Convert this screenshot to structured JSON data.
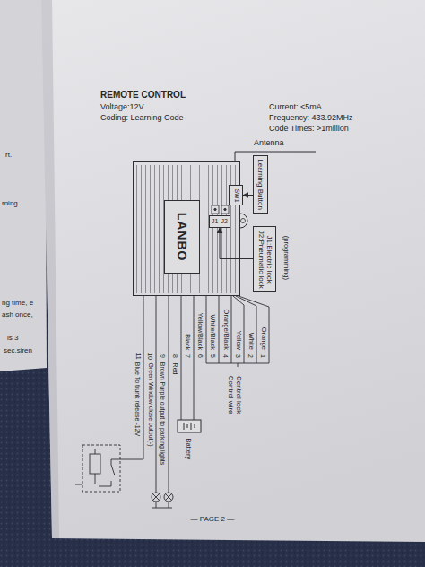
{
  "diagram": {
    "title": "REMOTE CONTROL",
    "nodes": [
      {
        "text": [
          "Antenna"
        ]
      },
      {
        "text": [
          "LANBO"
        ],
        "in": 0
      },
      {
        "text": [
          "SW1"
        ],
        "in": 0
      },
      {
        "text": [
          "J1",
          "J2"
        ],
        "in": 0
      },
      {
        "text": [
          "Learning Button"
        ]
      },
      {
        "text": [
          "J1:Electric lock",
          "J2:Pneumatic lock"
        ]
      }
    ],
    "edges": [
      {
        "from": 4,
        "to": 2,
        "arrow": "to"
      },
      {
        "from": 5,
        "to": 3,
        "arrow": "to"
      }
    ],
    "labels": [
      "rt.",
      "rning",
      "ng time, e",
      "ash once,",
      "is 3",
      "sec,siren",
      "Voltage:12V",
      "Current: <5mA",
      "Coding: Learning Code",
      "Frequency: 433.92MHz",
      "Code Times: >1million",
      "(programming)",
      "1",
      "2",
      "3",
      "4",
      "5",
      "6",
      "7",
      "8",
      "9",
      "10",
      "11",
      "Orange",
      "White",
      "Yellow",
      "Orange/Black",
      "White/Black",
      "Yellow/Black",
      "Black",
      "Red",
      "Brown Purple output to parking lights",
      "Green Window close output(-)",
      "Blue To trunk release -12V",
      "Central lock Control wire",
      "Battery",
      "— PAGE 2 —"
    ]
  }
}
